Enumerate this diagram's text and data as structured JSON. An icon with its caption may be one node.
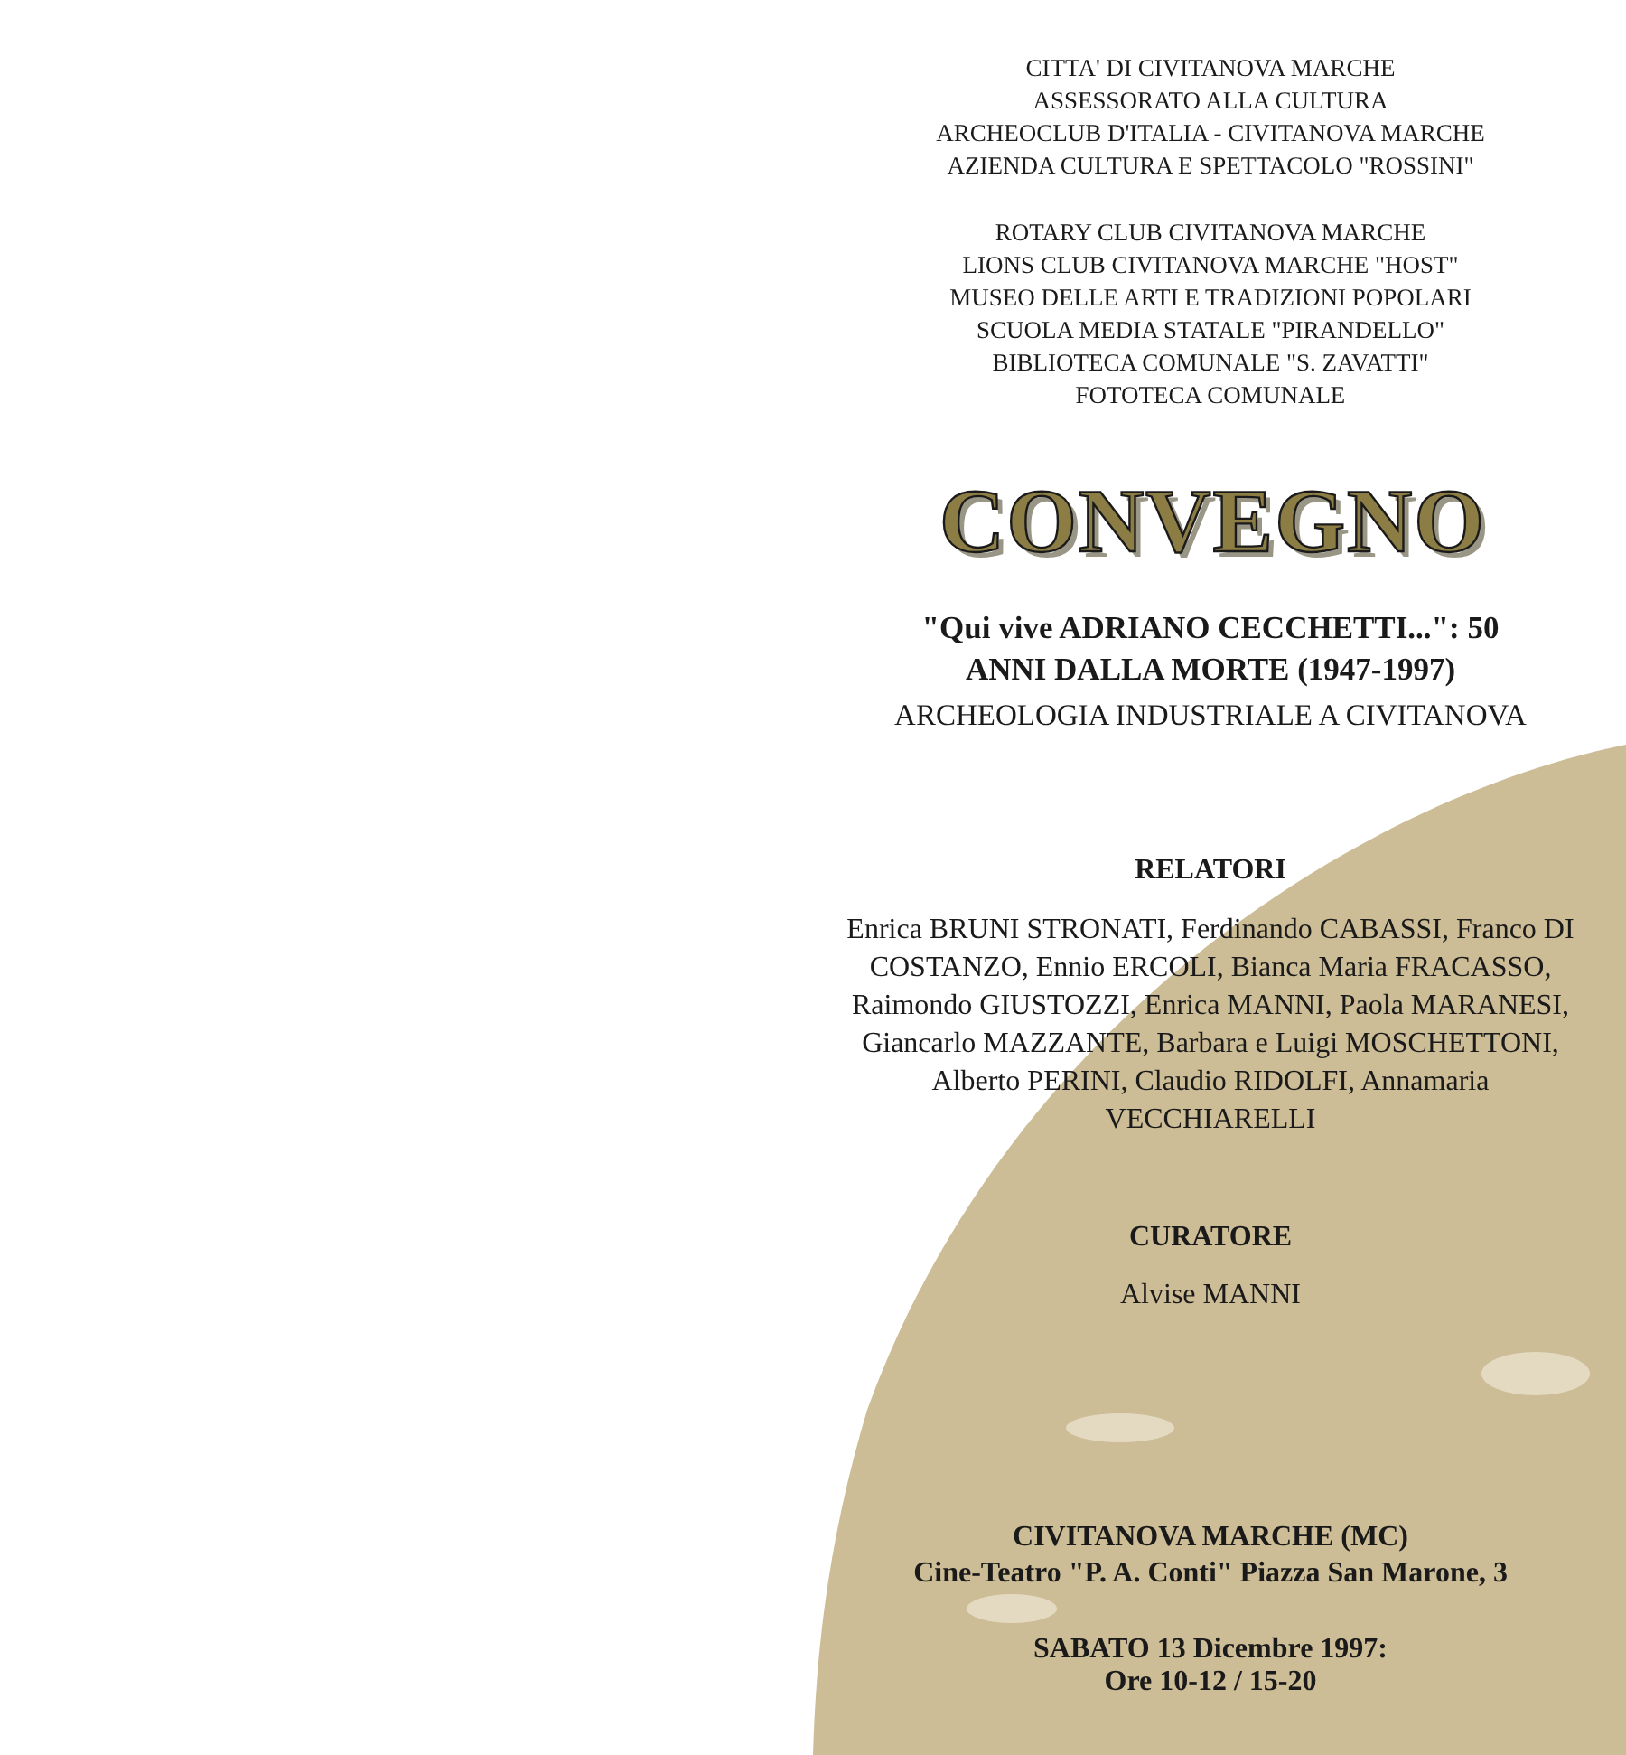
{
  "diagram": {
    "title": "CONVEGNO",
    "labels": [
      "CITTA' DI CIVITANOVA MARCHE",
      "ASSESSORATO ALLA CULTURA",
      "ARCHEOCLUB D'ITALIA - CIVITANOVA MARCHE",
      "AZIENDA CULTURA E SPETTACOLO \"ROSSINI\"",
      "ROTARY CLUB CIVITANOVA MARCHE",
      "LIONS CLUB CIVITANOVA MARCHE \"HOST\"",
      "MUSEO DELLE ARTI E TRADIZIONI POPOLARI",
      "SCUOLA MEDIA STATALE \"PIRANDELLO\"",
      "BIBLIOTECA COMUNALE \"S. ZAVATTI\"",
      "FOTOTECA COMUNALE",
      "\"Qui vive ADRIANO CECCHETTI...\": 50 ANNI DALLA MORTE (1947-1997)",
      "ARCHEOLOGIA INDUSTRIALE A CIVITANOVA",
      "RELATORI",
      "Enrica BRUNI STRONATI, Ferdinando CABASSI, Franco DI COSTANZO, Ennio ERCOLI, Bianca Maria FRACASSO, Raimondo GIUSTOZZI, Enrica MANNI, Paola MARANESI, Giancarlo MAZZANTE, Barbara e Luigi MOSCHETTONI, Alberto PERINI, Claudio RIDOLFI, Annamaria VECCHIARELLI",
      "CURATORE",
      "Alvise MANNI",
      "CIVITANOVA MARCHE (MC)",
      "Cine-Teatro \"P. A. Conti\" Piazza San Marone, 3",
      "SABATO 13 Dicembre 1997:",
      "Ore 10-12 / 15-20"
    ]
  }
}
